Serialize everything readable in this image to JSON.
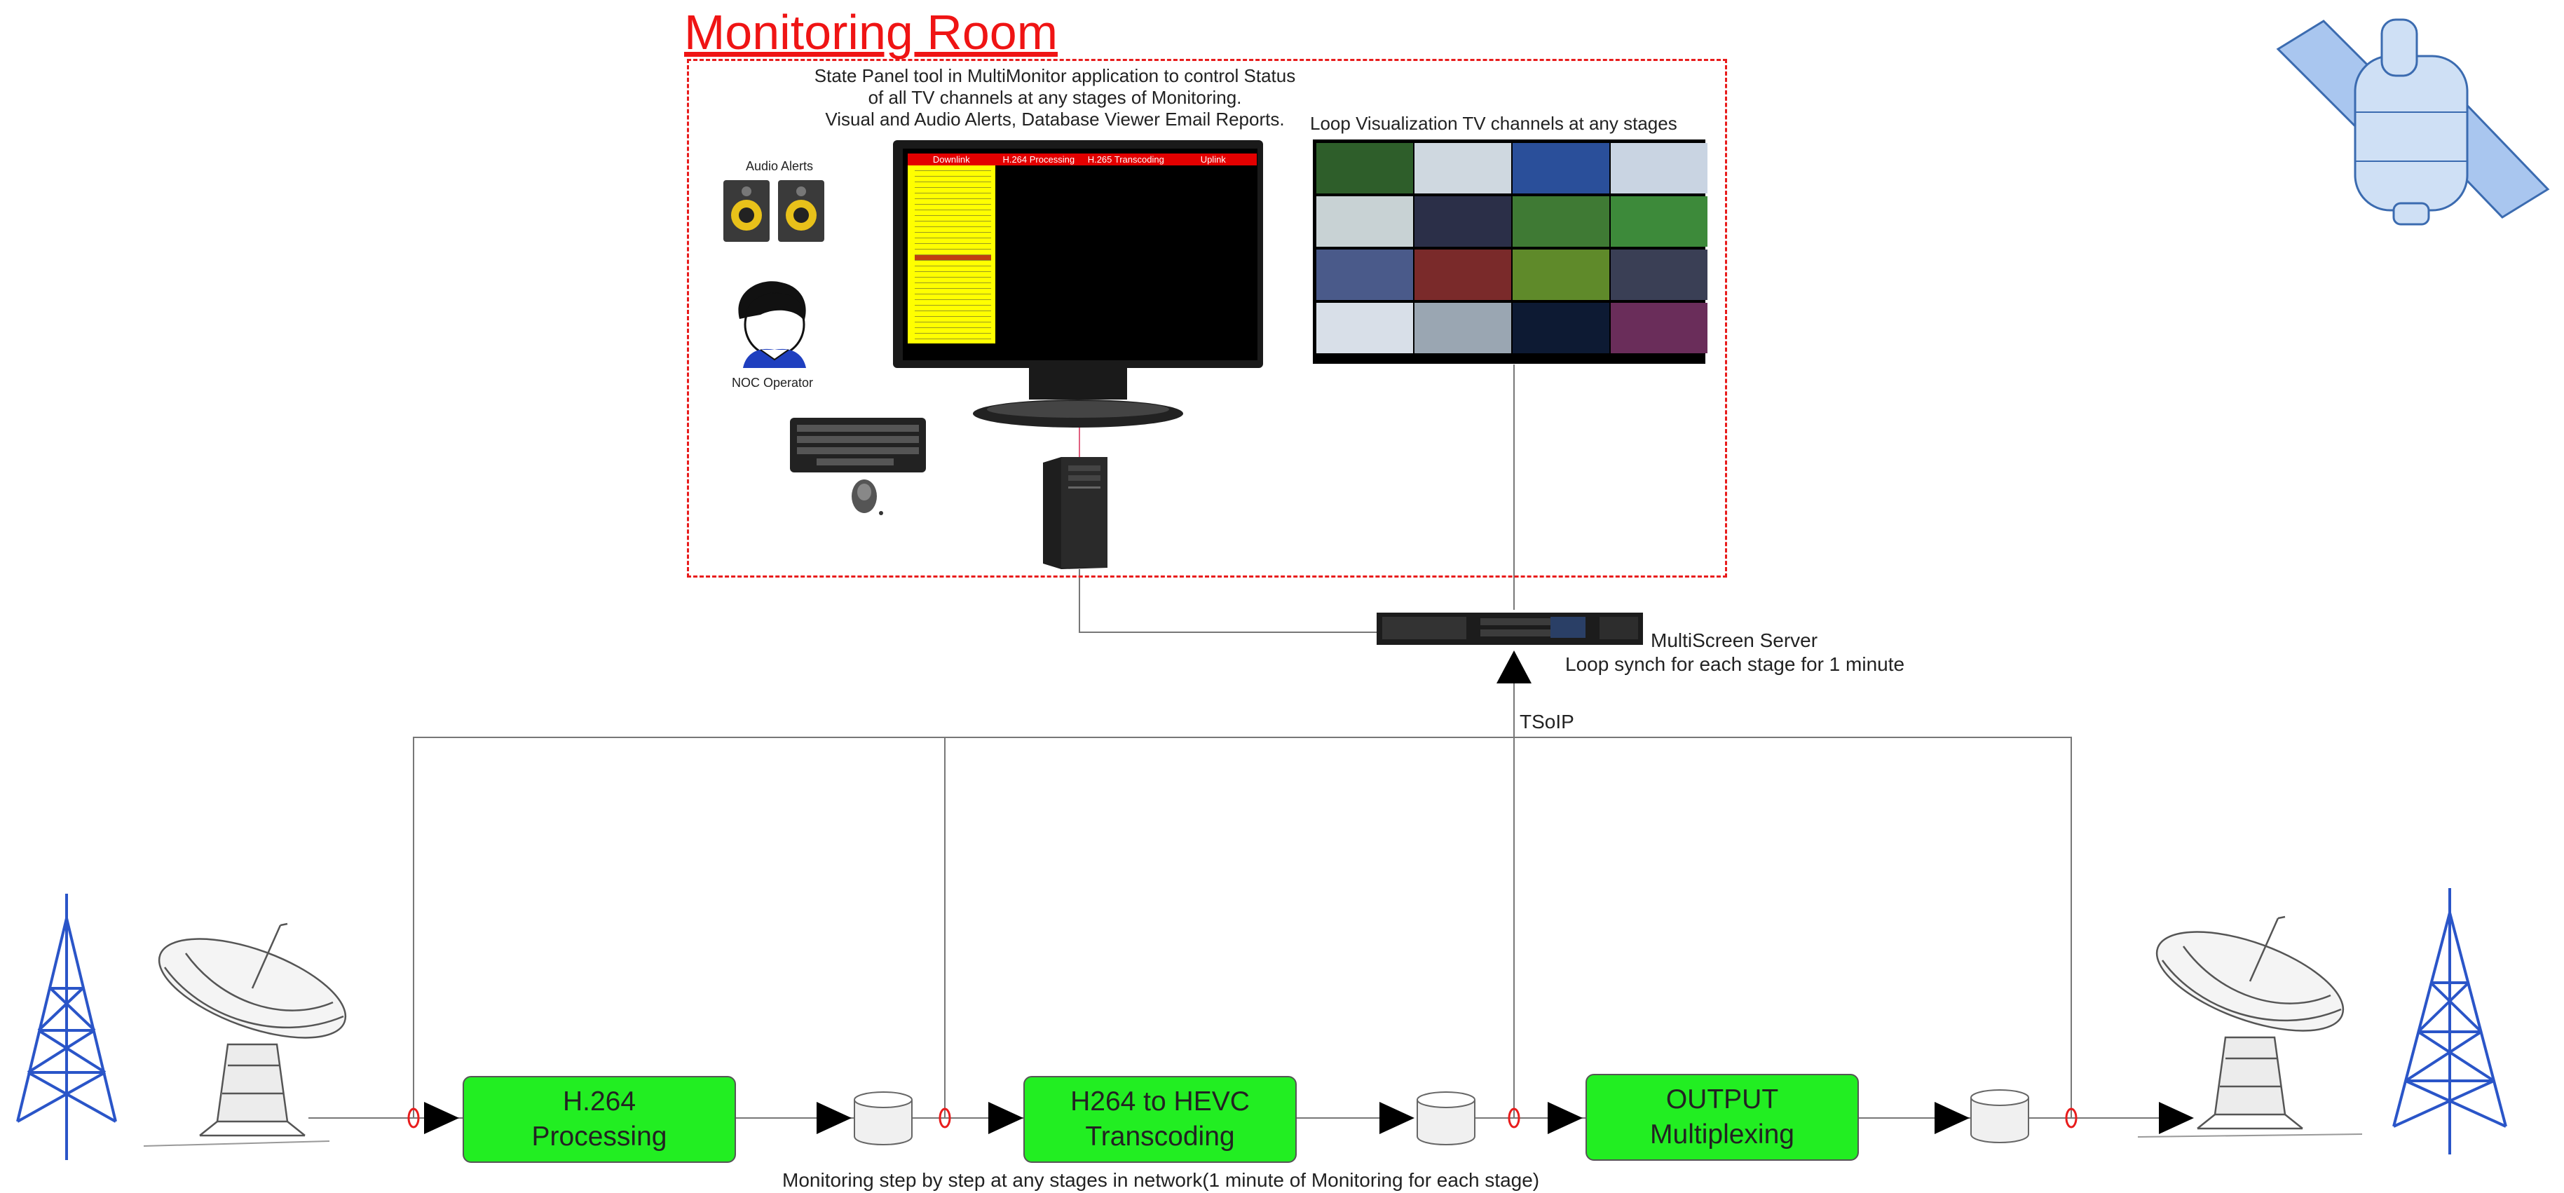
{
  "title": "Monitoring Room",
  "description_lines": [
    "State Panel tool in MultiMonitor application to control Status",
    "of all TV channels at any stages of Monitoring.",
    "Visual and Audio Alerts, Database Viewer Email Reports."
  ],
  "loop_label": "Loop Visualization TV channels at any stages",
  "audio_alerts_label": "Audio Alerts",
  "operator_label": "NOC Operator",
  "state_panel_columns": [
    "Downlink",
    "H.264 Processing",
    "H.265 Transcoding",
    "Uplink"
  ],
  "server": {
    "name": "MultiScreen Server",
    "note": "Loop synch for each stage for 1 minute"
  },
  "tsoip_label": "TSoIP",
  "stages": [
    {
      "line1": "H.264",
      "line2": "Processing"
    },
    {
      "line1": "H264 to HEVC",
      "line2": "Transcoding"
    },
    {
      "line1": "OUTPUT",
      "line2": "Multiplexing"
    }
  ],
  "bottom_caption": "Monitoring step by step at any stages in network(1 minute of Monitoring for each stage)",
  "colors": {
    "title_red": "#ef1414",
    "stage_green": "#22ee22",
    "panel_yellow": "#ffff00",
    "panel_header_red": "#e30000",
    "tower_blue": "#2a55c8",
    "satellite_blue": "#a9c6ef"
  }
}
